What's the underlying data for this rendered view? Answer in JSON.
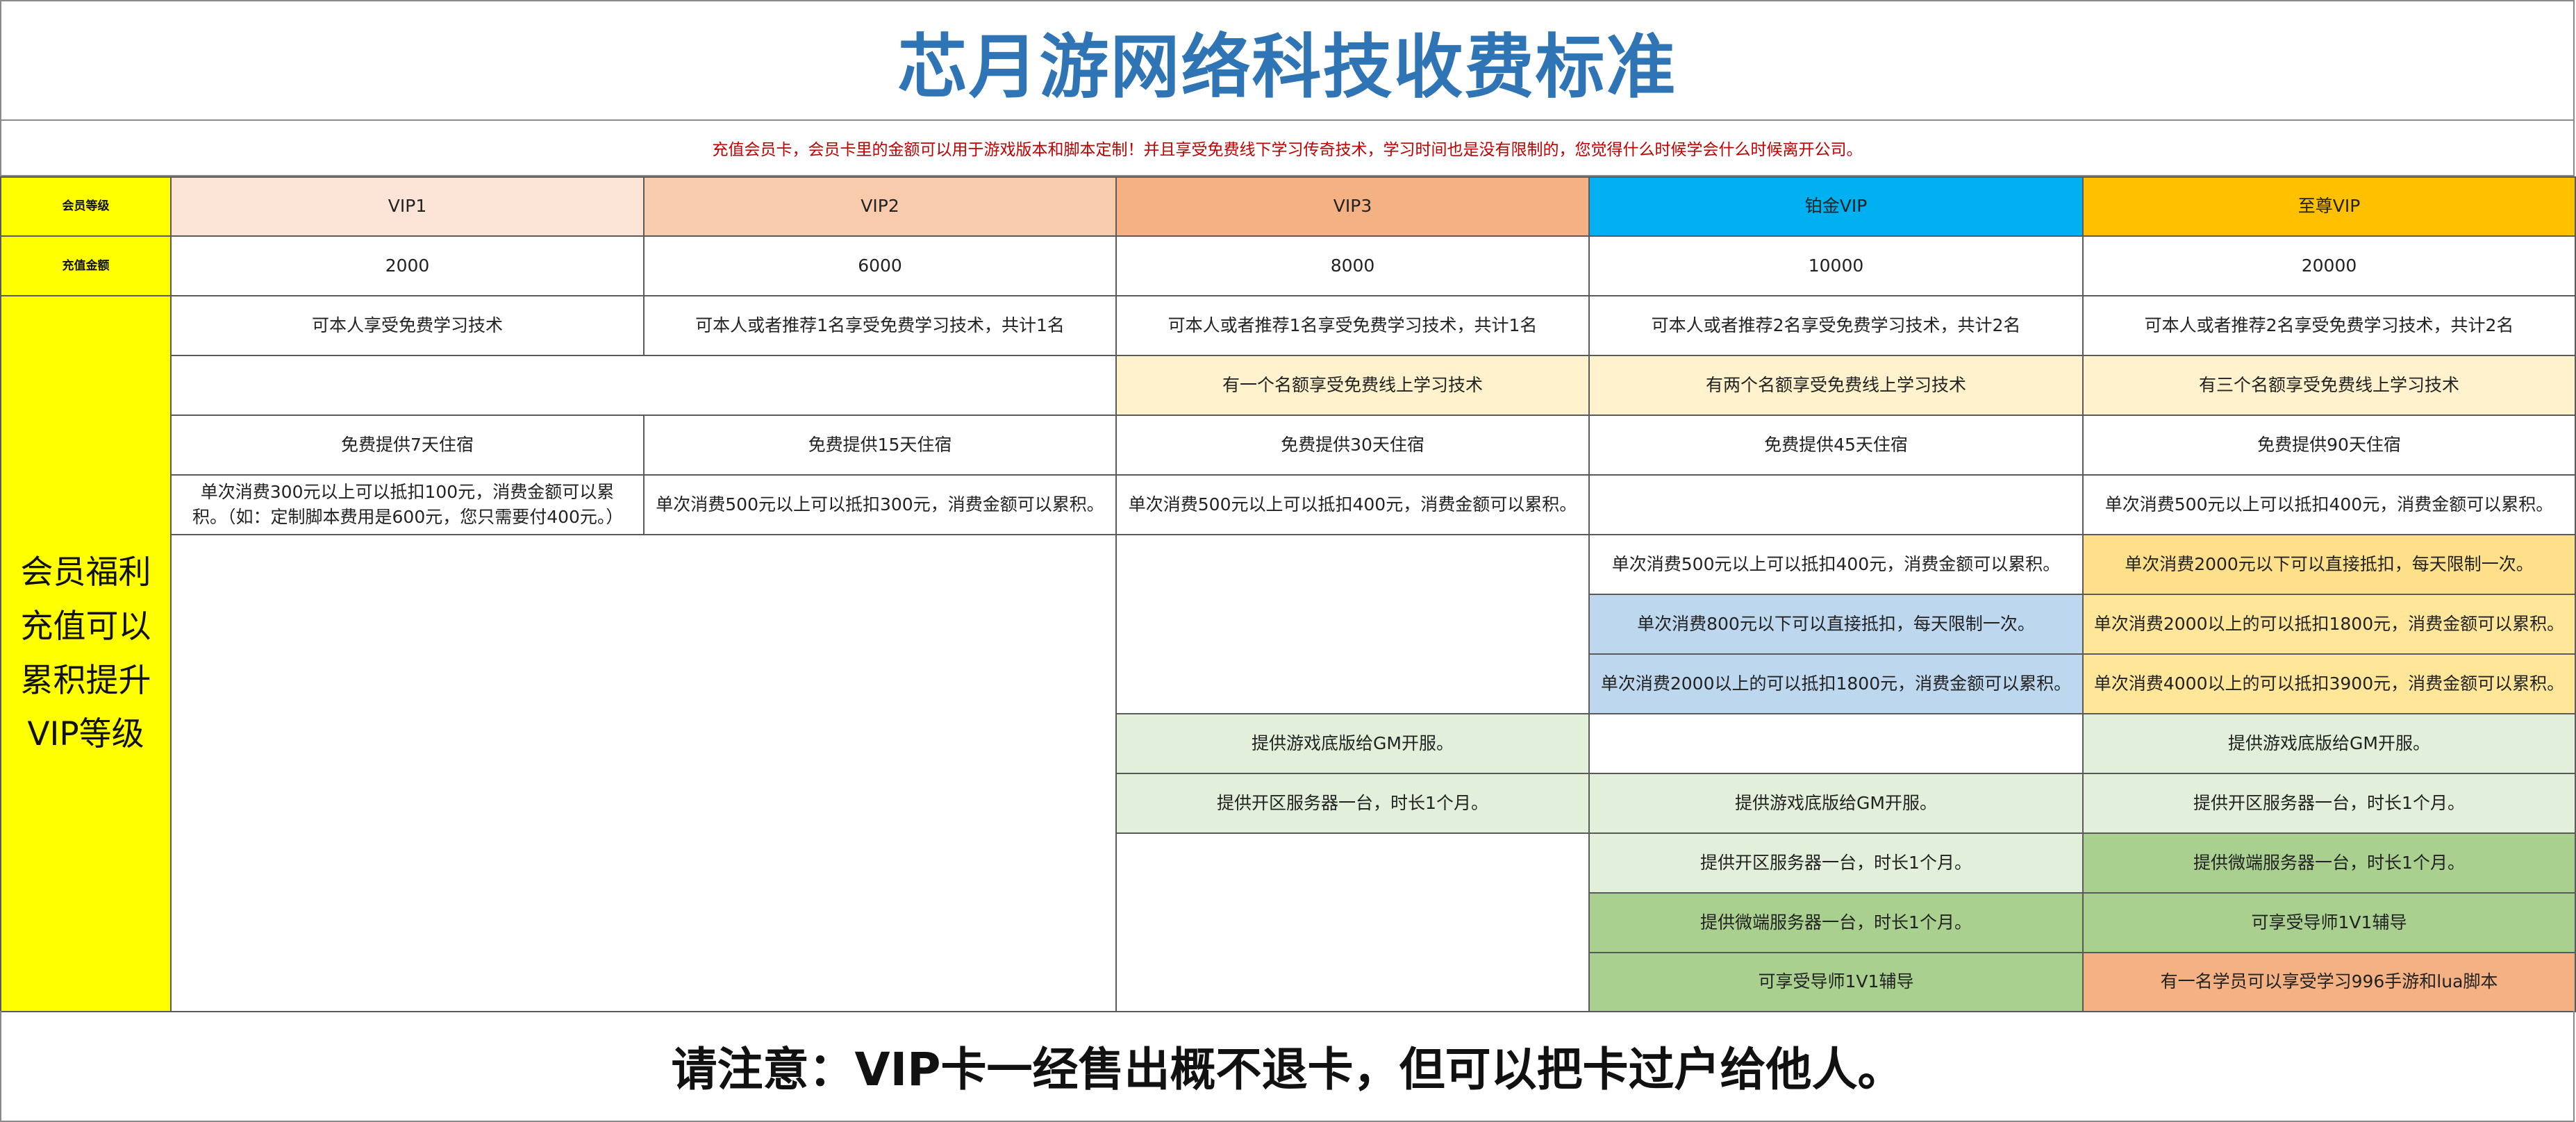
{
  "title": "芯月游网络科技收费标准",
  "subtitle": "充值会员卡，会员卡里的金额可以用于游戏版本和脚本定制！并且享受免费线下学习传奇技术，学习时间也是没有限制的，您觉得什么时候学会什么时候离开公司。",
  "labels": {
    "level": "会员等级",
    "amount": "充值金额",
    "benefits": "会员福利充值可以累积提升VIP等级"
  },
  "tiers": [
    {
      "name": "VIP1",
      "amount": "2000"
    },
    {
      "name": "VIP2",
      "amount": "6000"
    },
    {
      "name": "VIP3",
      "amount": "8000"
    },
    {
      "name": "铂金VIP",
      "amount": "10000"
    },
    {
      "name": "至尊VIP",
      "amount": "20000"
    }
  ],
  "colors": {
    "title": "#2f75b5",
    "subtitle": "#c00000",
    "label_bg": "#ffff00",
    "vip1": "#fce4d6",
    "vip2": "#f8cbad",
    "vip3": "#f4b183",
    "platinum": "#00b0f0",
    "supreme": "#ffc000"
  },
  "benefits": {
    "r1": {
      "vip1": "可本人享受免费学习技术",
      "vip2": "可本人或者推荐1名享受免费学习技术，共计1名",
      "vip3": "可本人或者推荐1名享受免费学习技术，共计1名",
      "plat": "可本人或者推荐2名享受免费学习技术，共计2名",
      "supr": "可本人或者推荐2名享受免费学习技术，共计2名"
    },
    "r2": {
      "vip3": "有一个名额享受免费线上学习技术",
      "plat": "有两个名额享受免费线上学习技术",
      "supr": "有三个名额享受免费线上学习技术"
    },
    "r3": {
      "vip1": "免费提供7天住宿",
      "vip2": "免费提供15天住宿",
      "vip3": "免费提供30天住宿",
      "plat": "免费提供45天住宿",
      "supr": "免费提供90天住宿"
    },
    "r4": {
      "vip1": "单次消费300元以上可以抵扣100元，消费金额可以累积。（如：定制脚本费用是600元，您只需要付400元。）",
      "vip2": "单次消费500元以上可以抵扣300元，消费金额可以累积。",
      "vip3": "单次消费500元以上可以抵扣400元，消费金额可以累积。",
      "supr": "单次消费500元以上可以抵扣400元，消费金额可以累积。"
    },
    "r5": {
      "plat": "单次消费500元以上可以抵扣400元，消费金额可以累积。",
      "supr": "单次消费2000元以下可以直接抵扣，每天限制一次。"
    },
    "r6": {
      "plat": "单次消费800元以下可以直接抵扣，每天限制一次。",
      "supr": "单次消费2000以上的可以抵扣1800元，消费金额可以累积。"
    },
    "r7": {
      "plat": "单次消费2000以上的可以抵扣1800元，消费金额可以累积。",
      "supr": "单次消费4000以上的可以抵扣3900元，消费金额可以累积。"
    },
    "r8": {
      "vip3": "提供游戏底版给GM开服。",
      "supr": "提供游戏底版给GM开服。"
    },
    "r9": {
      "vip3": "提供开区服务器一台，时长1个月。",
      "plat": "提供游戏底版给GM开服。",
      "supr": "提供开区服务器一台，时长1个月。"
    },
    "r10": {
      "plat": "提供开区服务器一台，时长1个月。",
      "supr": "提供微端服务器一台，时长1个月。"
    },
    "r11": {
      "plat": "提供微端服务器一台，时长1个月。",
      "supr": "可享受导师1V1辅导"
    },
    "r12": {
      "plat": "可享受导师1V1辅导",
      "supr": "有一名学员可以享受学习996手游和lua脚本"
    }
  },
  "footer": "请注意：VIP卡一经售出概不退卡，但可以把卡过户给他人。"
}
